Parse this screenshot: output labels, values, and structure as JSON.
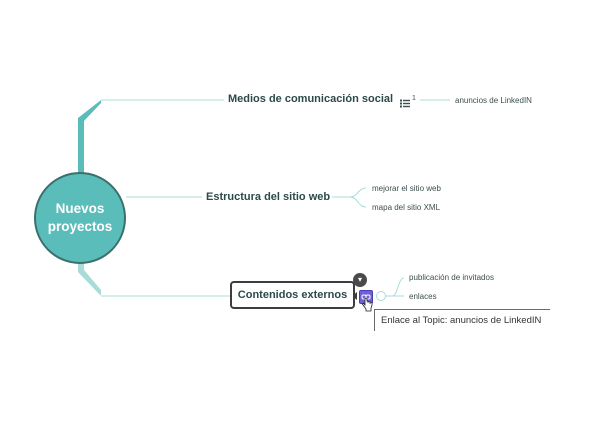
{
  "central": {
    "label": "Nuevos proyectos"
  },
  "topics": [
    {
      "label": "Medios de comunicación social",
      "badge_count": "1",
      "subtopics": [
        "anuncios de LinkedIN"
      ]
    },
    {
      "label": "Estructura del sitio web",
      "subtopics": [
        "mejorar el sitio web",
        "mapa del sitio XML"
      ]
    },
    {
      "label": "Contenidos externos",
      "subtopics": [
        "publicación de invitados",
        "enlaces"
      ]
    }
  ],
  "tooltip": {
    "text": "Enlace al Topic: anuncios de LinkedIN"
  },
  "colors": {
    "branch": "#5bbdb9",
    "branch_light": "#a9dcd9",
    "central_border": "#3a706e",
    "link_icon": "#6f60d6"
  },
  "icons": {
    "collapse": "chevron-down-icon",
    "notes": "list-icon",
    "link": "link-icon",
    "cursor": "hand-pointer-icon"
  }
}
